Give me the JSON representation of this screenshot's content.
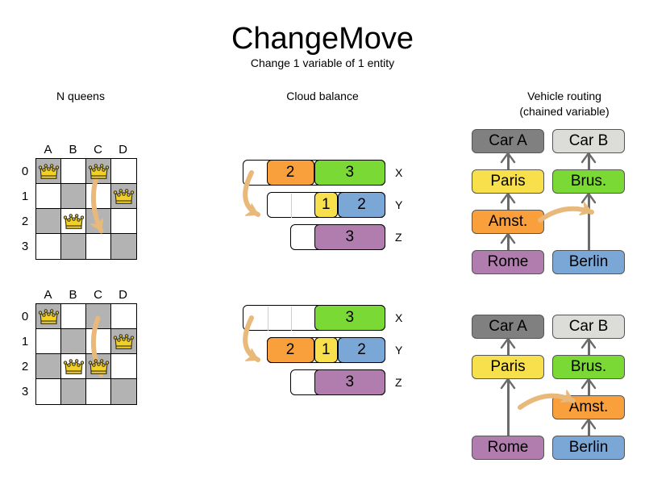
{
  "header": {
    "title": "ChangeMove",
    "subtitle": "Change 1 variable of 1 entity"
  },
  "columns": {
    "queens": "N queens",
    "cloud": "Cloud balance",
    "vrp_line1": "Vehicle routing",
    "vrp_line2": "(chained variable)"
  },
  "colors": {
    "orange": "#f9a03c",
    "green": "#7bd936",
    "yellow": "#f7e04b",
    "blue": "#7ba7d7",
    "purple": "#b07dae",
    "gray_dark": "#808080",
    "gray_light": "#dcdcd8",
    "cell_dark": "#b3b3b3",
    "cell_light": "#ffffff",
    "arrow": "#e8b97a",
    "queen": "#f2d024"
  },
  "queens": {
    "col_labels": [
      "A",
      "B",
      "C",
      "D"
    ],
    "row_labels": [
      "0",
      "1",
      "2",
      "3"
    ],
    "before": {
      "queens": [
        {
          "col": 0,
          "row": 0
        },
        {
          "col": 2,
          "row": 0
        },
        {
          "col": 3,
          "row": 1
        },
        {
          "col": 1,
          "row": 2
        }
      ],
      "move": {
        "from_col": 2,
        "from_row": 0,
        "to_col": 2,
        "to_row": 2
      }
    },
    "after": {
      "queens": [
        {
          "col": 0,
          "row": 0
        },
        {
          "col": 3,
          "row": 1
        },
        {
          "col": 1,
          "row": 2
        },
        {
          "col": 2,
          "row": 2
        }
      ],
      "move": {
        "from_col": 2,
        "from_row": 0,
        "to_col": 2,
        "to_row": 2
      }
    }
  },
  "cloud": {
    "computers": [
      "X",
      "Y",
      "Z"
    ],
    "before": [
      {
        "name": "X",
        "capacity_units": 6,
        "free_units": 1,
        "processes": [
          {
            "label": "2",
            "units": 2,
            "color": "#f9a03c"
          },
          {
            "label": "3",
            "units": 3,
            "color": "#7bd936"
          }
        ]
      },
      {
        "name": "Y",
        "capacity_units": 5,
        "free_units": 2,
        "processes": [
          {
            "label": "1",
            "units": 1,
            "color": "#f7e04b"
          },
          {
            "label": "2",
            "units": 2,
            "color": "#7ba7d7"
          }
        ]
      },
      {
        "name": "Z",
        "capacity_units": 4,
        "free_units": 1,
        "processes": [
          {
            "label": "3",
            "units": 3,
            "color": "#b07dae"
          }
        ]
      }
    ],
    "after": [
      {
        "name": "X",
        "capacity_units": 6,
        "free_units": 3,
        "processes": [
          {
            "label": "3",
            "units": 3,
            "color": "#7bd936"
          }
        ]
      },
      {
        "name": "Y",
        "capacity_units": 5,
        "free_units": 0,
        "processes": [
          {
            "label": "2",
            "units": 2,
            "color": "#f9a03c"
          },
          {
            "label": "1",
            "units": 1,
            "color": "#f7e04b"
          },
          {
            "label": "2",
            "units": 2,
            "color": "#7ba7d7"
          }
        ]
      },
      {
        "name": "Z",
        "capacity_units": 4,
        "free_units": 1,
        "processes": [
          {
            "label": "3",
            "units": 3,
            "color": "#b07dae"
          }
        ]
      }
    ],
    "moved_process": "2"
  },
  "vrp": {
    "before": {
      "chain_a": [
        "Car A",
        "Paris",
        "Amst.",
        "Rome"
      ],
      "chain_b": [
        "Car B",
        "Brus.",
        "Berlin"
      ]
    },
    "after": {
      "chain_a": [
        "Car A",
        "Paris",
        "Rome"
      ],
      "chain_b": [
        "Car B",
        "Brus.",
        "Amst.",
        "Berlin"
      ]
    },
    "node_colors": {
      "Car A": "#808080",
      "Car B": "#dcdcd8",
      "Paris": "#f7e04b",
      "Brus.": "#7bd936",
      "Amst.": "#f9a03c",
      "Rome": "#b07dae",
      "Berlin": "#7ba7d7"
    },
    "moved_node": "Amst."
  }
}
